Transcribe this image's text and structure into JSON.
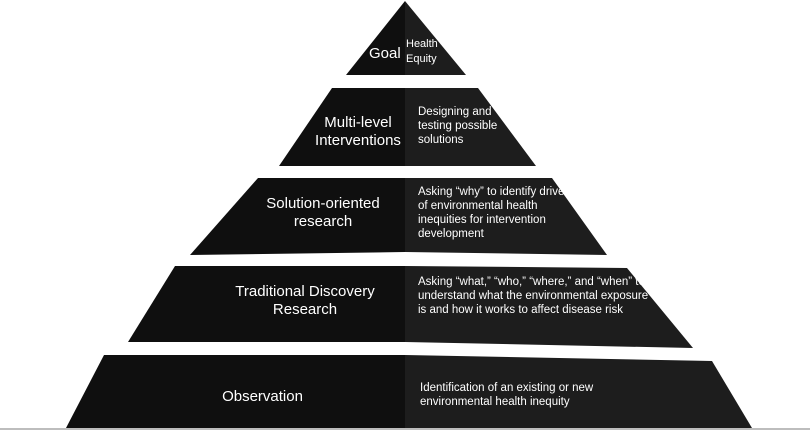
{
  "levels": [
    {
      "title": "Goal",
      "description": "Health Equity"
    },
    {
      "title": "Multi-level Interventions",
      "description": "Designing and testing possible solutions"
    },
    {
      "title": "Solution-oriented research",
      "description": "Asking “why” to identify drivers of environmental health inequities for intervention development"
    },
    {
      "title": "Traditional Discovery Research",
      "description": "Asking “what,” “who,” “where,” and “when” to understand what the environmental exposure is and how it works to affect disease risk"
    },
    {
      "title": "Observation",
      "description": "Identification of an existing or new environmental health inequity"
    }
  ],
  "colors": {
    "left_face": "#0f0f0f",
    "right_face": "#1d1d1d",
    "background": "#ffffff",
    "text": "#ffffff"
  }
}
